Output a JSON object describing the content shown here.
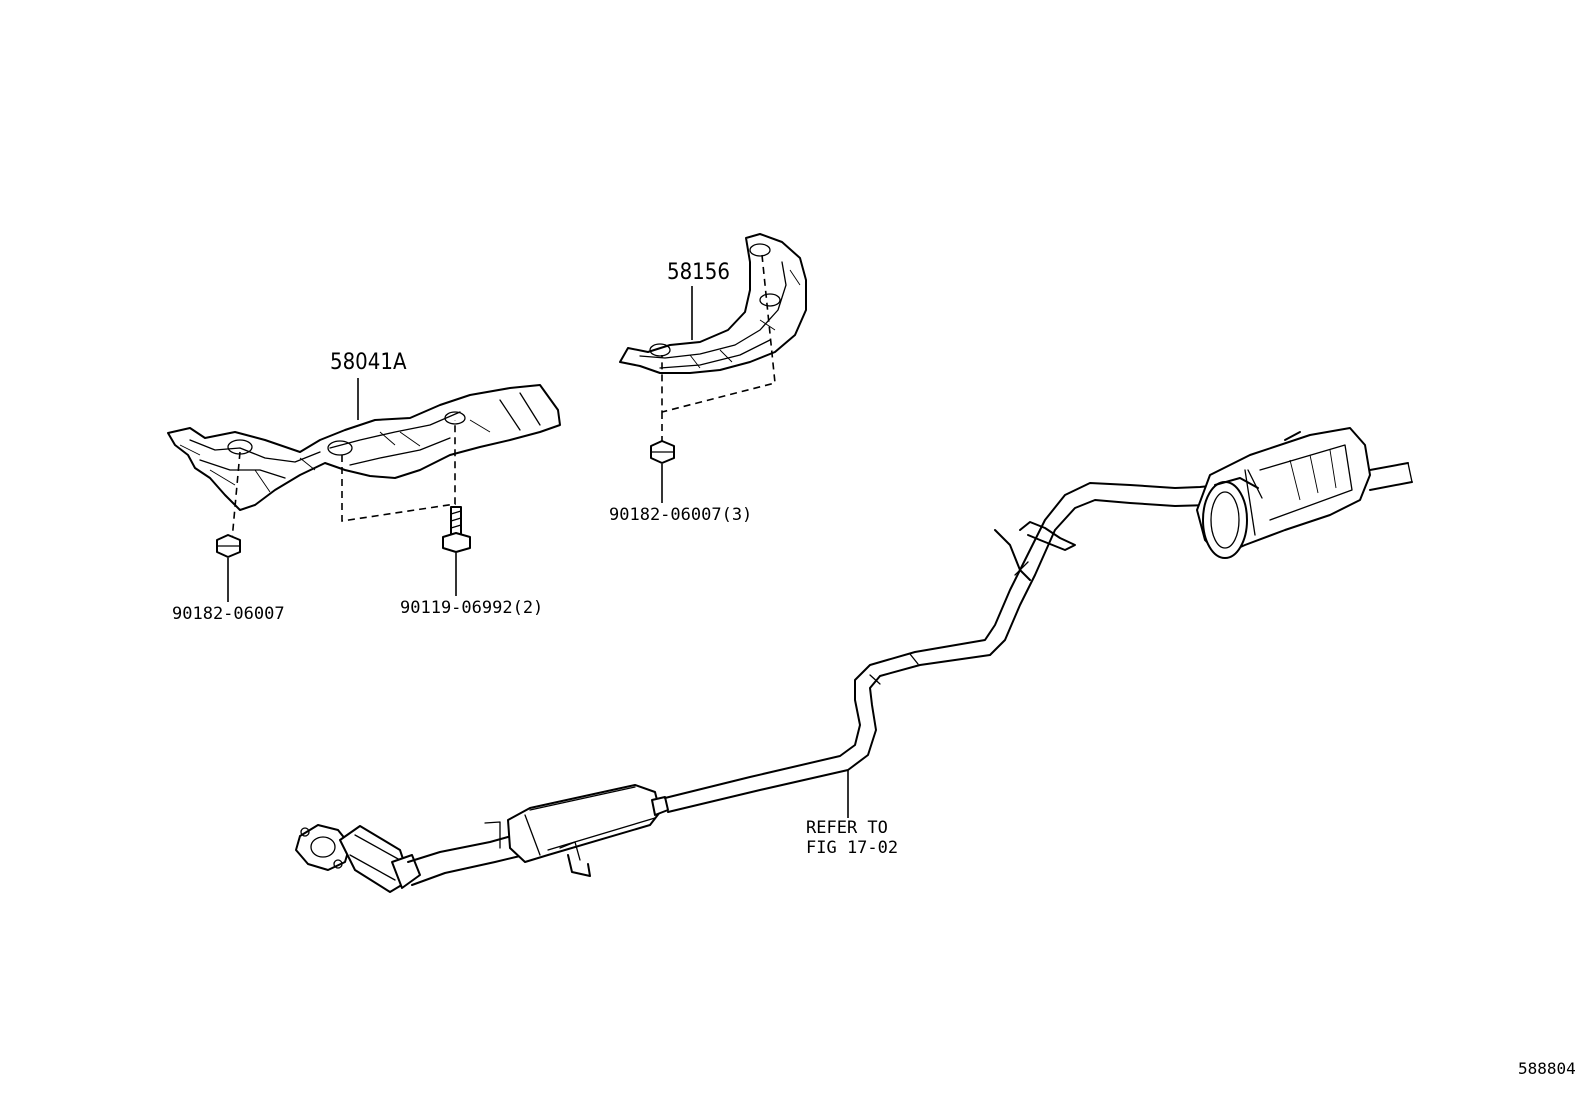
{
  "parts": {
    "heat_insulator_front": "58041A",
    "heat_insulator_rear": "58156",
    "nut_left": "90182-06007",
    "bolt": "90119-06992(2)",
    "nut_right": "90182-06007(3)"
  },
  "reference": {
    "line1": "REFER TO",
    "line2": "FIG 17-02"
  },
  "diagram_id": "588804"
}
